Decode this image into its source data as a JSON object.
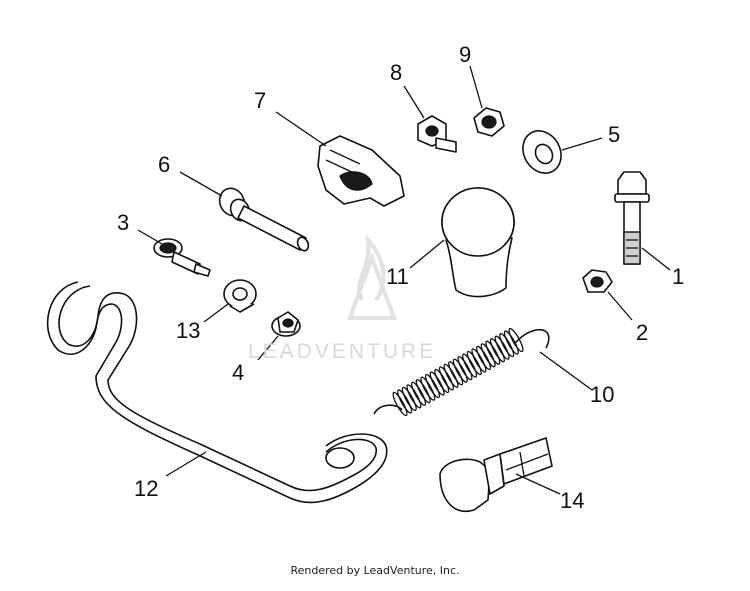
{
  "diagram": {
    "callouts": [
      {
        "id": "1",
        "label": "1"
      },
      {
        "id": "2",
        "label": "2"
      },
      {
        "id": "3",
        "label": "3"
      },
      {
        "id": "4",
        "label": "4"
      },
      {
        "id": "5",
        "label": "5"
      },
      {
        "id": "6",
        "label": "6"
      },
      {
        "id": "7",
        "label": "7"
      },
      {
        "id": "8",
        "label": "8"
      },
      {
        "id": "9",
        "label": "9"
      },
      {
        "id": "10",
        "label": "10"
      },
      {
        "id": "11",
        "label": "11"
      },
      {
        "id": "12",
        "label": "12"
      },
      {
        "id": "13",
        "label": "13"
      },
      {
        "id": "14",
        "label": "14"
      }
    ],
    "watermark_text": "LEADVENTURE",
    "credit": "Rendered by LeadVenture, Inc."
  }
}
